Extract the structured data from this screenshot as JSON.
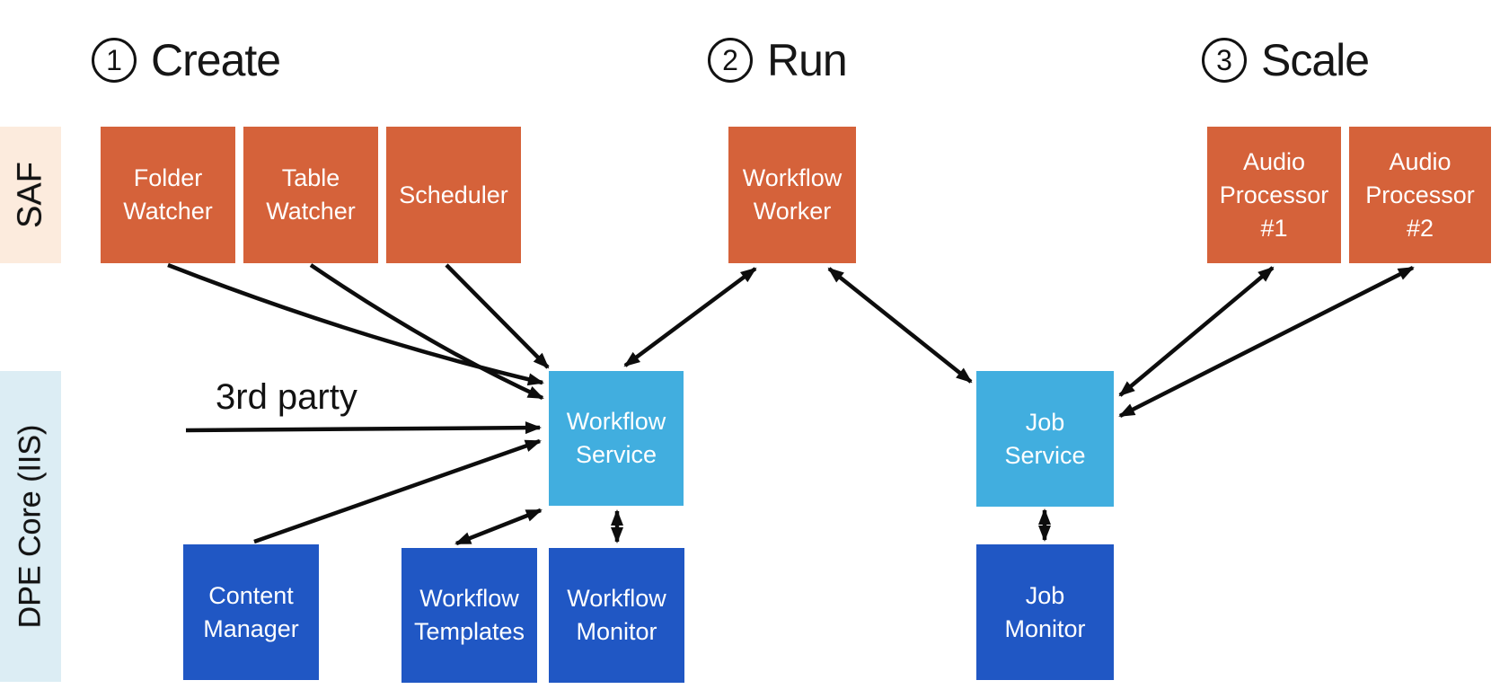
{
  "steps": [
    {
      "number": "1",
      "label": "Create"
    },
    {
      "number": "2",
      "label": "Run"
    },
    {
      "number": "3",
      "label": "Scale"
    }
  ],
  "lanes": {
    "saf": {
      "label": "SAF"
    },
    "dpe": {
      "label": "DPE Core (IIS)"
    }
  },
  "annotations": {
    "third_party": "3rd party"
  },
  "nodes": {
    "folder_watcher": {
      "label": "Folder Watcher"
    },
    "table_watcher": {
      "label": "Table Watcher"
    },
    "scheduler": {
      "label": "Scheduler"
    },
    "workflow_worker": {
      "label": "Workflow Worker"
    },
    "audio_processor_1": {
      "label": "Audio Processor #1"
    },
    "audio_processor_2": {
      "label": "Audio Processor #2"
    },
    "workflow_service": {
      "label": "Workflow Service"
    },
    "job_service": {
      "label": "Job Service"
    },
    "content_manager": {
      "label": "Content Manager"
    },
    "workflow_templates": {
      "label": "Workflow Templates"
    },
    "workflow_monitor": {
      "label": "Workflow Monitor"
    },
    "job_monitor": {
      "label": "Job Monitor"
    }
  },
  "edges": [
    {
      "from": "folder_watcher",
      "to": "workflow_service",
      "direction": "one-way"
    },
    {
      "from": "table_watcher",
      "to": "workflow_service",
      "direction": "one-way"
    },
    {
      "from": "scheduler",
      "to": "workflow_service",
      "direction": "one-way"
    },
    {
      "from": "third_party",
      "to": "workflow_service",
      "direction": "one-way"
    },
    {
      "from": "content_manager",
      "to": "workflow_service",
      "direction": "one-way"
    },
    {
      "from": "workflow_templates",
      "to": "workflow_service",
      "direction": "two-way"
    },
    {
      "from": "workflow_monitor",
      "to": "workflow_service",
      "direction": "two-way"
    },
    {
      "from": "workflow_service",
      "to": "workflow_worker",
      "direction": "two-way"
    },
    {
      "from": "workflow_worker",
      "to": "job_service",
      "direction": "two-way"
    },
    {
      "from": "job_service",
      "to": "job_monitor",
      "direction": "two-way"
    },
    {
      "from": "job_service",
      "to": "audio_processor_1",
      "direction": "two-way"
    },
    {
      "from": "job_service",
      "to": "audio_processor_2",
      "direction": "two-way"
    }
  ],
  "colors": {
    "worker_orange": "#D5623A",
    "service_sky_blue": "#41AEDF",
    "store_dark_blue": "#2057C4",
    "saf_lane_bg": "#FCEBDD",
    "dpe_lane_bg": "#DCEDF4",
    "arrow_ink": "#0D0D0D"
  }
}
